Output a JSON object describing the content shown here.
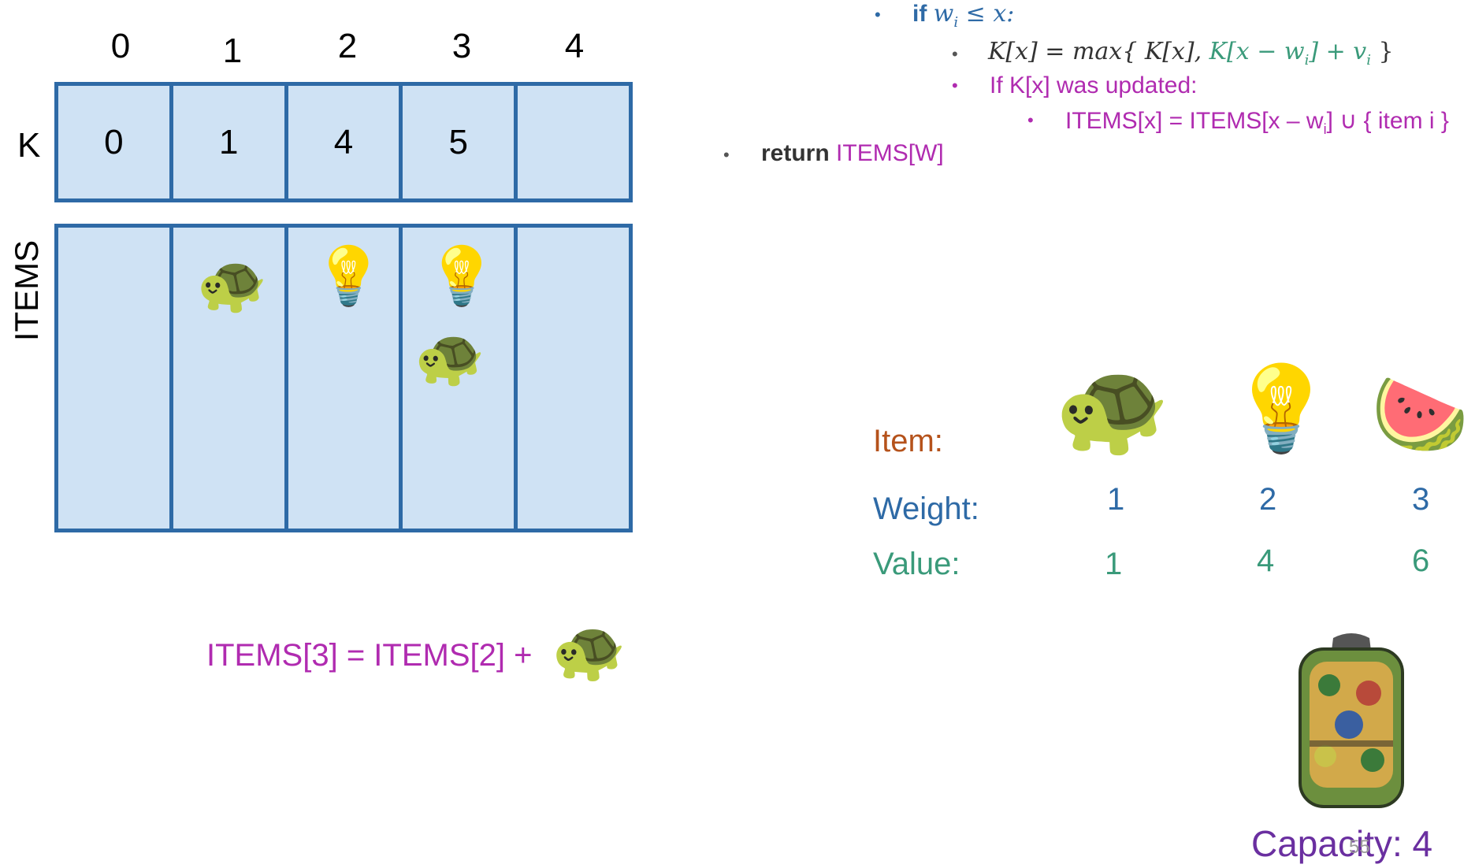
{
  "table": {
    "column_headers": [
      "0",
      "1",
      "2",
      "3",
      "4"
    ],
    "k_label": "K",
    "items_label": "ITEMS",
    "k_values": [
      "0",
      "1",
      "4",
      "5",
      ""
    ]
  },
  "items_cells": [
    [],
    [
      "turtle-icon"
    ],
    [
      "lightbulb-icon"
    ],
    [
      "lightbulb-icon",
      "turtle-icon"
    ],
    []
  ],
  "code": {
    "line1_if": "if",
    "line1_cond": "w",
    "line1_sub": "i",
    "line1_rest": " ≤ x:",
    "line2_lhs": "K[x] = max{ K[x], ",
    "line2_green": "K[x − w",
    "line2_green_sub": "i",
    "line2_green_tail": "] + v",
    "line2_green_tail_sub": "i",
    "line2_close": " }",
    "line3": "If K[x] was updated:",
    "line4_pre": "ITEMS[x] = ITEMS[x – w",
    "line4_sub": "i",
    "line4_post": "] ∪ { item i }",
    "line5_kw": "return",
    "line5_val": "ITEMS[W]"
  },
  "legend": {
    "item_label": "Item:",
    "weight_label": "Weight:",
    "value_label": "Value:",
    "items": [
      {
        "icon": "turtle-icon",
        "weight": "1",
        "value": "1"
      },
      {
        "icon": "lightbulb-icon",
        "weight": "2",
        "value": "4"
      },
      {
        "icon": "watermelon-icon",
        "weight": "3",
        "value": "6"
      }
    ]
  },
  "update_note": "ITEMS[3] = ITEMS[2] +",
  "capacity_text": "Capacity: 4",
  "slide_number": "55",
  "icons": {
    "turtle": "🐢",
    "lightbulb": "💡",
    "watermelon": "🍉",
    "backpack": "🎒"
  }
}
